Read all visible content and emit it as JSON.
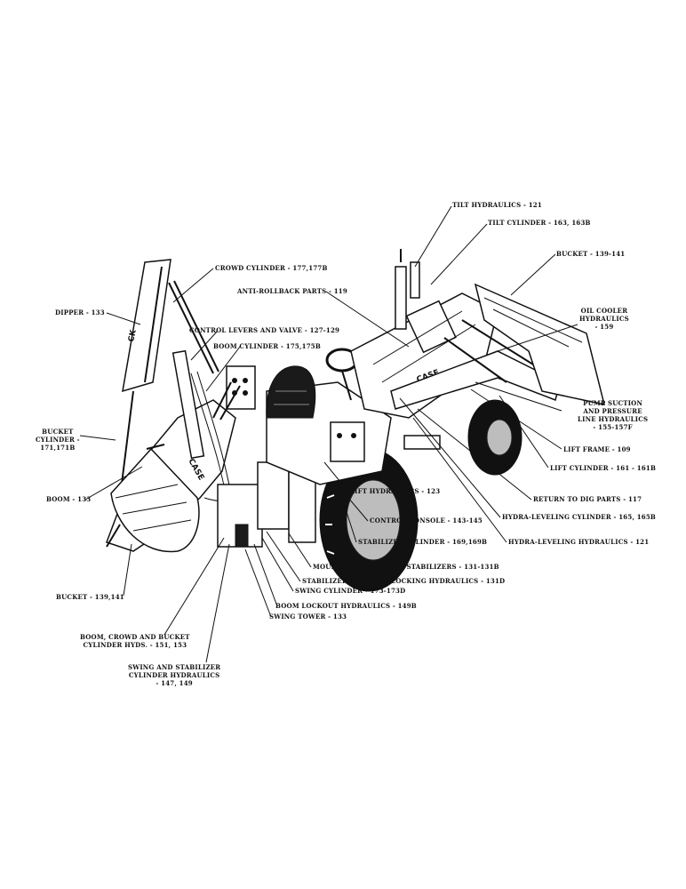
{
  "diagram": {
    "labels": {
      "tilt_hydraulics": "TILT HYDRAULICS - 121",
      "tilt_cylinder": "TILT CYLINDER - 163, 163B",
      "bucket_front": "BUCKET - 139-141",
      "crowd_cylinder": "CROWD CYLINDER - 177,177B",
      "anti_rollback": "ANTI-ROLLBACK PARTS - 119",
      "dipper": "DIPPER - 133",
      "oil_cooler": "OIL COOLER\nHYDRAULICS\n- 159",
      "control_levers": "CONTROL LEVERS AND VALVE - 127-129",
      "boom_cylinder": "BOOM CYLINDER - 175,175B",
      "pump_suction": "PUMP SUCTION\nAND PRESSURE\nLINE HYDRAULICS\n- 155-157F",
      "bucket_cylinder": "BUCKET\nCYLINDER -\n171,171B",
      "lift_frame": "LIFT FRAME - 109",
      "lift_cylinder": "LIFT CYLINDER - 161 - 161B",
      "boom": "BOOM - 133",
      "return_to_dig": "RETURN TO DIG PARTS - 117",
      "lift_hydraulics": "LIFT HYDRAULICS - 123",
      "hydra_leveling_cylinder": "HYDRA-LEVELING CYLINDER - 165, 165B",
      "control_console": "CONTROL CONSOLE - 143-145",
      "stabilizer_cylinder": "STABILIZER CYLINDER - 169,169B",
      "hydra_leveling_hydraulics": "HYDRA-LEVELING HYDRAULICS - 121",
      "mounting_frame": "MOUNTING FRAME AND STABILIZERS - 131-131B",
      "stabilizer_locking": "STABILIZER CYLINDER LOCKING HYDRAULICS - 131D",
      "swing_cylinder": "SWING CYLINDER - 173-173D",
      "bucket_rear": "BUCKET - 139,141",
      "boom_lockout": "BOOM LOCKOUT HYDRAULICS - 149B",
      "swing_tower": "SWING TOWER - 133",
      "boom_crowd_bucket": "BOOM, CROWD AND BUCKET\nCYLINDER HYDS. - 151, 153",
      "swing_stabilizer": "SWING AND STABILIZER\nCYLINDER HYDRAULICS\n- 147, 149"
    },
    "logo_text": [
      "CASE",
      "CK"
    ]
  }
}
